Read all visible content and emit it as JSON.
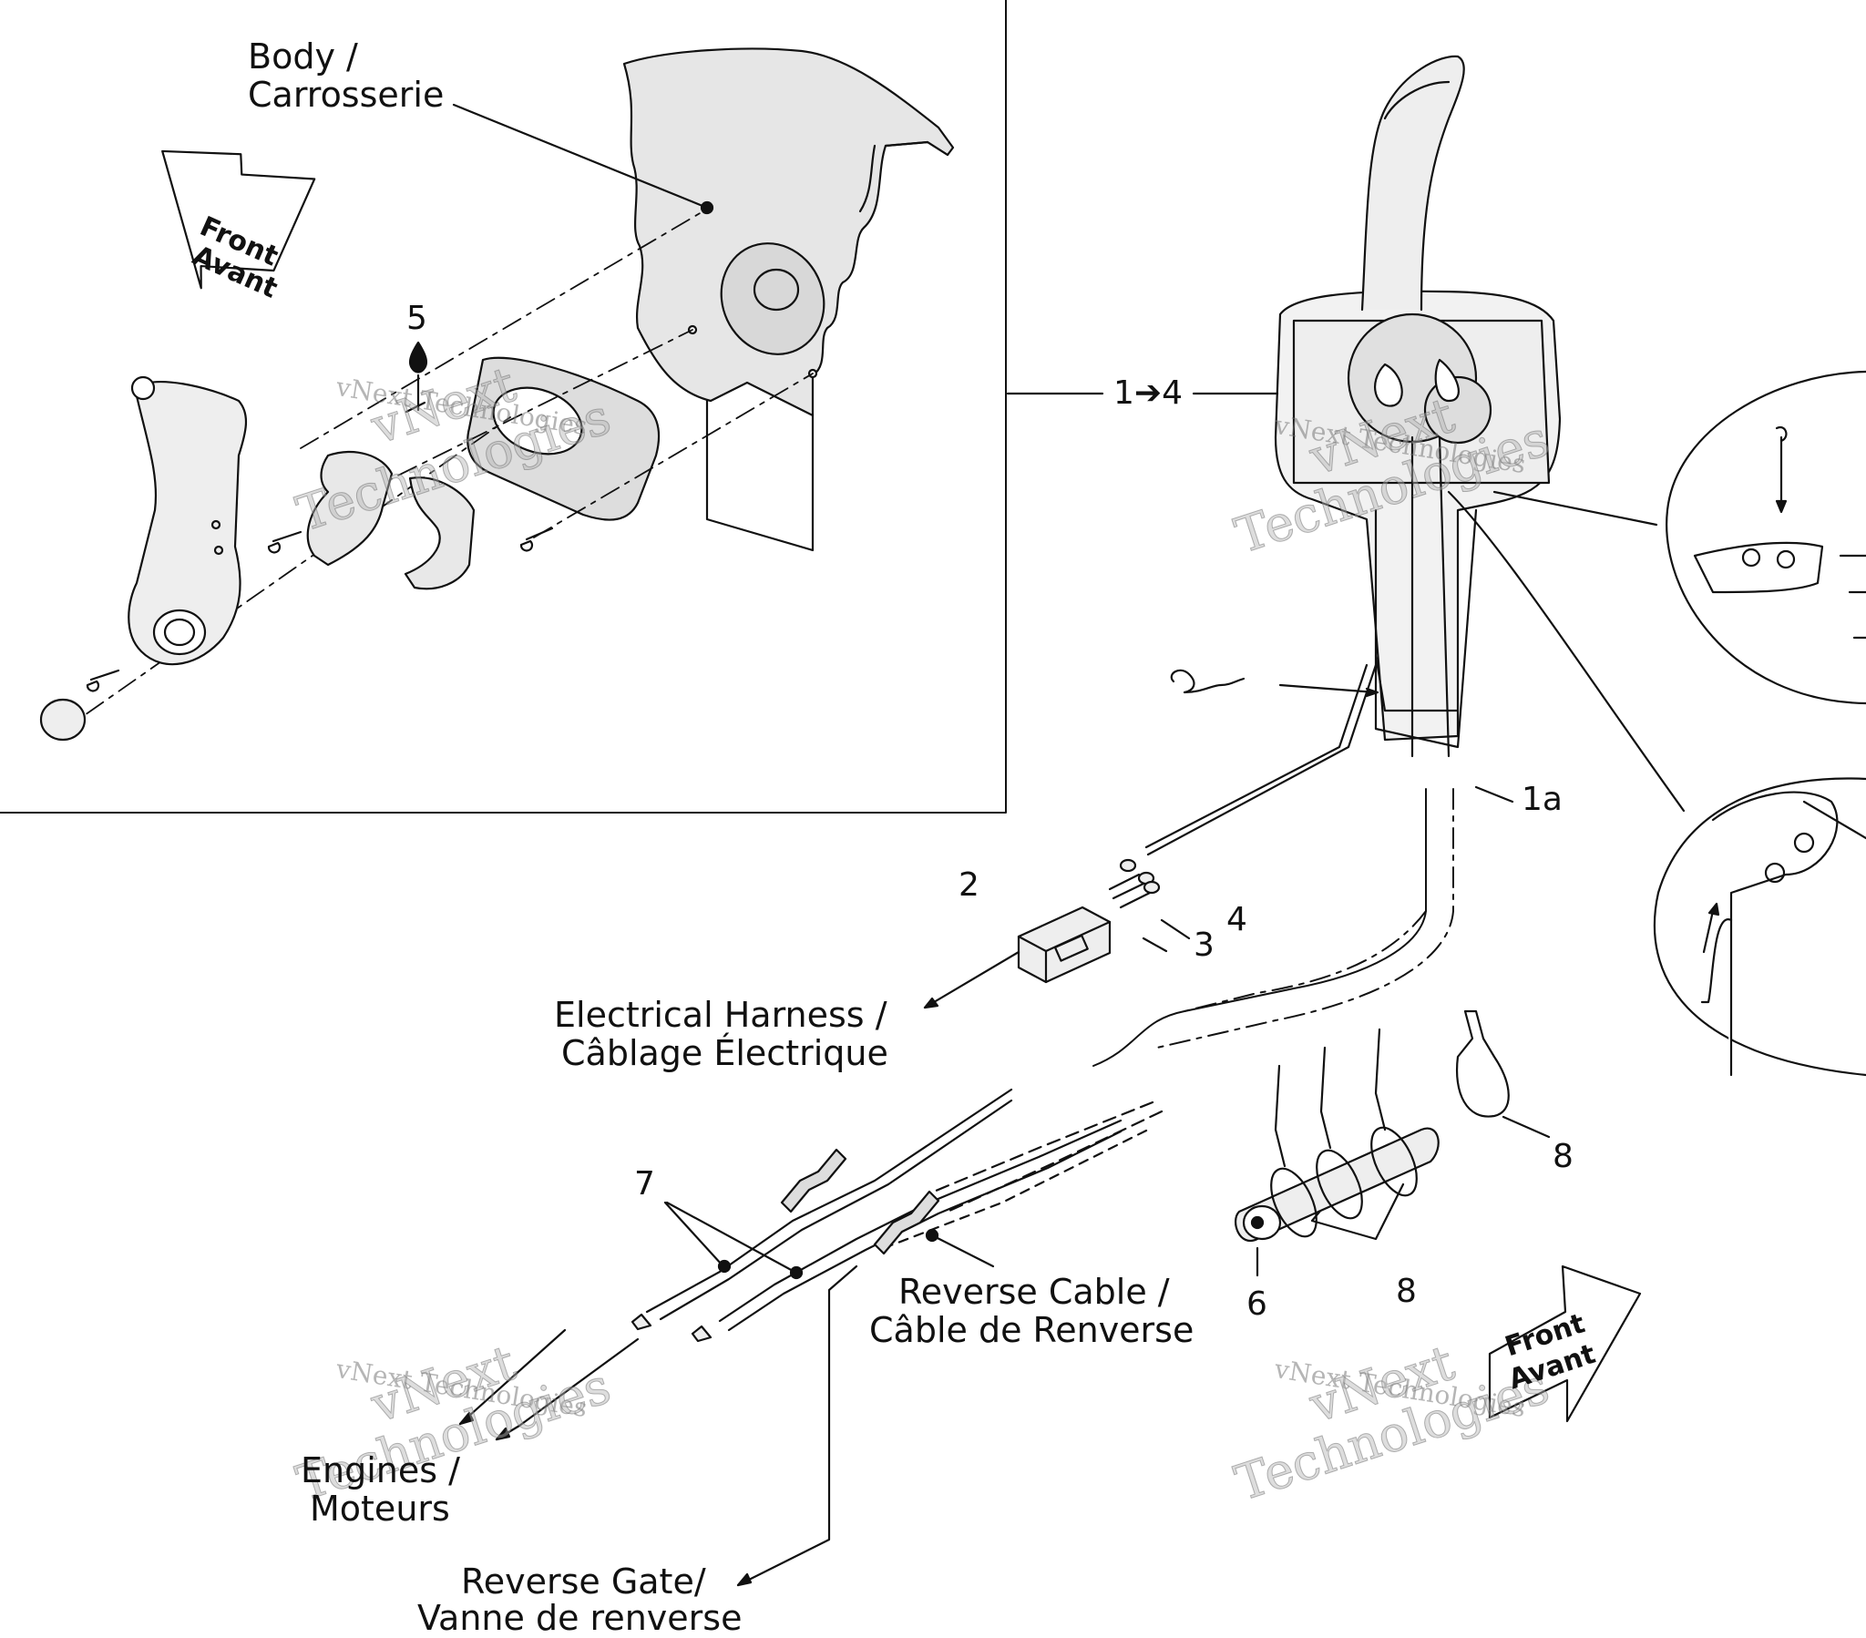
{
  "labels": {
    "body_line1": "Body /",
    "body_line2": "Carrosserie",
    "front_line1": "Front",
    "front_line2": "Avant",
    "part_1_4": "1➔4",
    "part_1a": "1a",
    "part_2": "2",
    "part_3": "3",
    "part_4": "4",
    "part_5": "5",
    "part_6": "6",
    "part_7": "7",
    "part_8a": "8",
    "part_8b": "8",
    "harness_line1": "Electrical  Harness /",
    "harness_line2": "Câblage Électrique",
    "reverse_cable_line1": "Reverse Cable /",
    "reverse_cable_line2": "Câble de Renverse",
    "engines_line1": "Engines /",
    "engines_line2": "Moteurs",
    "reverse_gate_line1": "Reverse Gate/",
    "reverse_gate_line2": "Vanne de renverse"
  },
  "watermark": {
    "line": "vNext Technologies",
    "big_top": "vNext",
    "big_bottom": "Technologies"
  },
  "colors": {
    "ink": "#111111",
    "panel_fill": "#e4e4e4",
    "watermark": "#9a9a9a"
  }
}
